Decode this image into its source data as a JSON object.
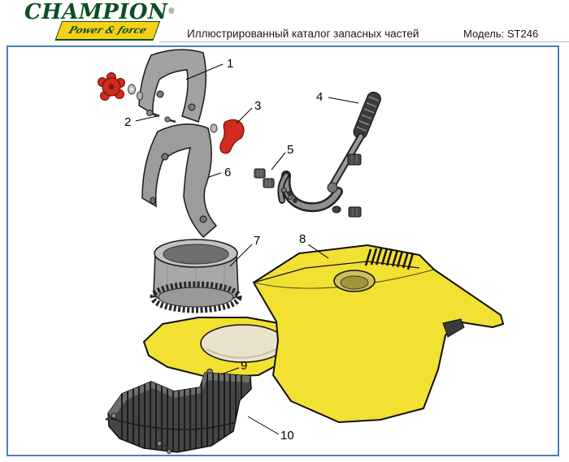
{
  "header": {
    "brand": "CHAMPION",
    "registered_mark": "®",
    "tagline": "Power & force",
    "title": "Иллюстрированный каталог запасных частей",
    "model": "Модель: ST246"
  },
  "diagram": {
    "callouts": [
      "1",
      "2",
      "3",
      "4",
      "5",
      "6",
      "7",
      "8",
      "9",
      "10"
    ]
  },
  "colors": {
    "brand_green": "#0b4f22",
    "brand_yellow": "#f7d117",
    "frame_blue": "#4a7ebd",
    "part_yellow": "#f2e032",
    "part_red": "#d22b1f",
    "part_gray": "#9c9c9c",
    "part_dark_gray": "#454545",
    "opening_beige": "#e9e2cd"
  }
}
